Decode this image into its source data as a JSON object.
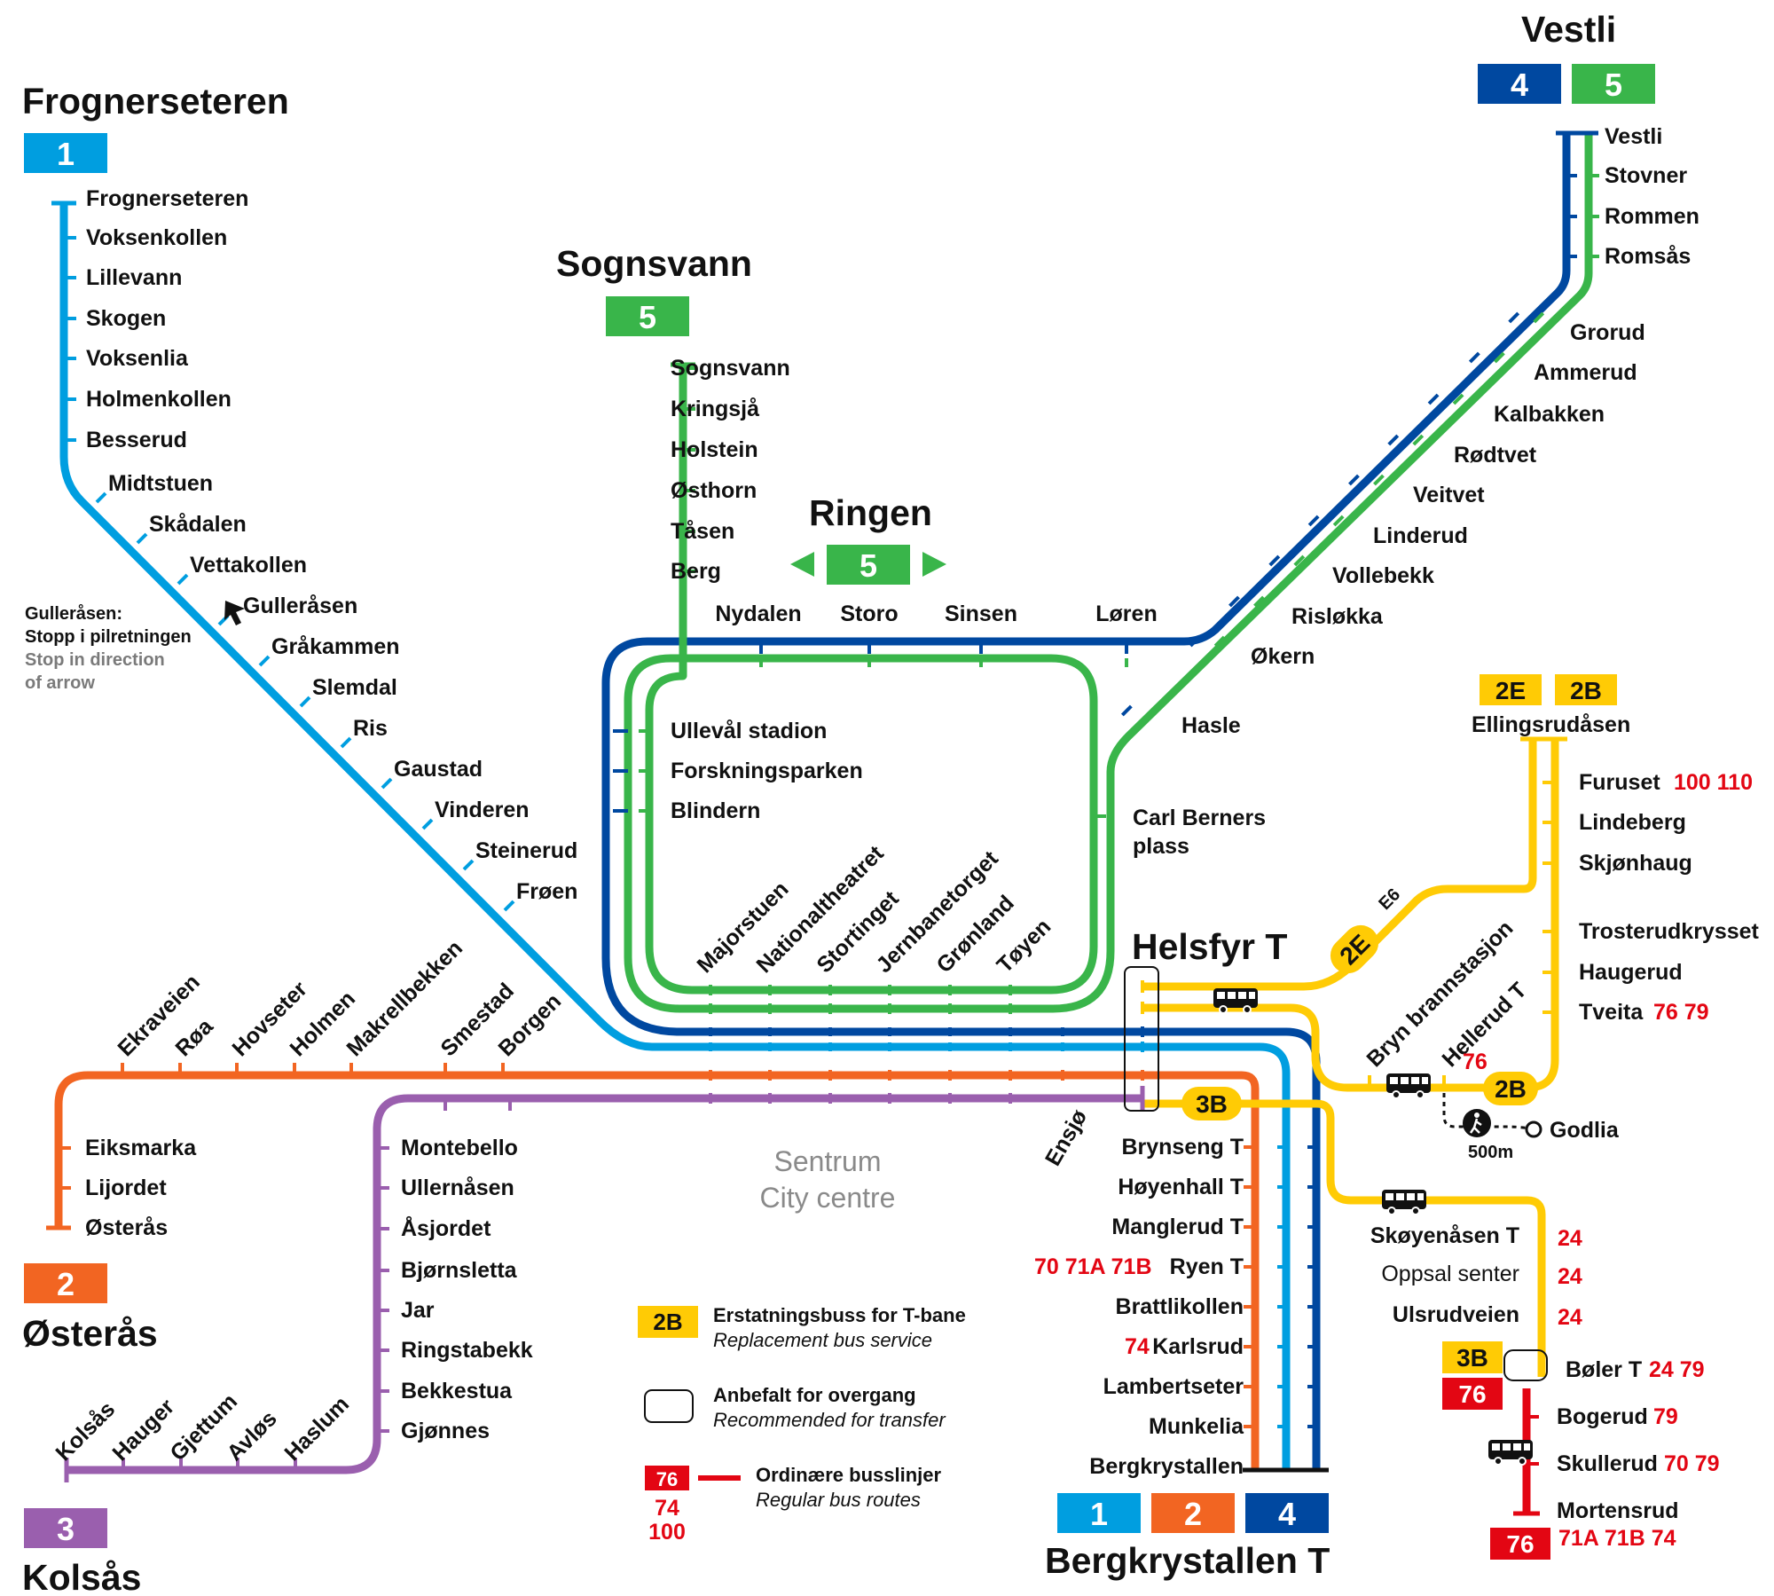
{
  "colors": {
    "l1": "#009ee0",
    "l2": "#f26522",
    "l3": "#9a5fae",
    "l4": "#0048a0",
    "l5": "#39b54a",
    "yellow": "#ffcb05",
    "red": "#e30613",
    "grey": "#8a8a8a"
  },
  "lines": {
    "l1": "1",
    "l2": "2",
    "l3": "3",
    "l4": "4",
    "l5": "5"
  },
  "termini": {
    "frognerseteren": "Frognerseteren",
    "vestli": "Vestli",
    "sognsvann": "Sognsvann",
    "ringen": "Ringen",
    "helsfyr": "Helsfyr T",
    "osteras": "Østerås",
    "kolsas": "Kolsås",
    "bergkrystallen": "Bergkrystallen T"
  },
  "line1": [
    "Frognerseteren",
    "Voksenkollen",
    "Lillevann",
    "Skogen",
    "Voksenlia",
    "Holmenkollen",
    "Besserud",
    "Midtstuen",
    "Skådalen",
    "Vettakollen",
    "Gulleråsen",
    "Gråkammen",
    "Slemdal",
    "Ris",
    "Gaustad",
    "Vinderen",
    "Steinerud",
    "Frøen"
  ],
  "gulleraasen_note": [
    "Gulleråsen:",
    "Stopp i pilretningen",
    "Stop in direction",
    "of arrow"
  ],
  "sognsvann_line": [
    "Sognsvann",
    "Kringsjå",
    "Holstein",
    "Østhorn",
    "Tåsen",
    "Berg"
  ],
  "ring_top": [
    "Nydalen",
    "Storo",
    "Sinsen",
    "Løren"
  ],
  "ring_left": [
    "Ullevål stadion",
    "Forskningsparken",
    "Blindern"
  ],
  "carl_berner": [
    "Carl Berners",
    "plass"
  ],
  "vestli_line": [
    "Vestli",
    "Stovner",
    "Rommen",
    "Romsås",
    "Grorud",
    "Ammerud",
    "Kalbakken",
    "Rødtvet",
    "Veitvet",
    "Linderud",
    "Vollebekk",
    "Risløkka",
    "Økern",
    "Hasle"
  ],
  "center": [
    "Majorstuen",
    "Nationaltheatret",
    "Stortinget",
    "Jernbanetorget",
    "Grønland",
    "Tøyen"
  ],
  "line2_west": [
    "Ekraveien",
    "Røa",
    "Hovseter",
    "Holmen",
    "Makrellbekken",
    "Smestad",
    "Borgen"
  ],
  "line2_branch": [
    "Eiksmarka",
    "Lijordet",
    "Østerås"
  ],
  "line3_vertical": [
    "Montebello",
    "Ullernåsen",
    "Åsjordet",
    "Bjørnsletta",
    "Jar",
    "Ringstabekk",
    "Bekkestua",
    "Gjønnes"
  ],
  "line3_diag": [
    "Kolsås",
    "Hauger",
    "Gjettum",
    "Avløs",
    "Haslum"
  ],
  "ensjo": "Ensjø",
  "sentrum": [
    "Sentrum",
    "City centre"
  ],
  "south": [
    "Brynseng T",
    "Høyenhall T",
    "Manglerud T",
    "Ryen T",
    "Brattlikollen",
    "Karlsrud",
    "Lambertseter",
    "Munkelia",
    "Bergkrystallen"
  ],
  "ryen_bus": "70  71A  71B",
  "karlsrud_bus": "74",
  "ellingsrud": {
    "badges": [
      "2E",
      "2B"
    ],
    "name": "Ellingsrudåsen"
  },
  "furuset_line": [
    "Furuset",
    "Lindeberg",
    "Skjønhaug",
    "Trosterudkrysset",
    "Haugerud",
    "Tveita"
  ],
  "furuset_bus": "100  110",
  "tveita_bus": "76  79",
  "bus_labels": {
    "e6": "E6",
    "r2e": "2E",
    "r2b": "2B",
    "r3b": "3B"
  },
  "bryn": [
    "Bryn brannstasjon",
    "Hellerud T"
  ],
  "hellerud_bus": "76",
  "godlia": "Godlia",
  "walk": "500m",
  "skoyen": [
    "Skøyenåsen T",
    "Oppsal senter",
    "Ulsrudveien"
  ],
  "skoyen_bus": [
    "24",
    "24",
    "24"
  ],
  "boler": {
    "badge3b": "3B",
    "badge76": "76",
    "name": "Bøler T",
    "bus": "24  79"
  },
  "red_line": [
    "Bogerud",
    "Skullerud",
    "Mortensrud"
  ],
  "red_bus": [
    "79",
    "70  79"
  ],
  "mortensrud_badge": "76",
  "mortensrud_bus": "71A  71B  74",
  "legend": {
    "b1": "2B",
    "t1": "Erstatningsbuss for T-bane",
    "s1": "Replacement bus service",
    "t2": "Anbefalt for overgang",
    "s2": "Recommended for transfer",
    "b3": "76",
    "b3a": "74",
    "b3b": "100",
    "t3": "Ordinære busslinjer",
    "s3": "Regular bus routes"
  }
}
